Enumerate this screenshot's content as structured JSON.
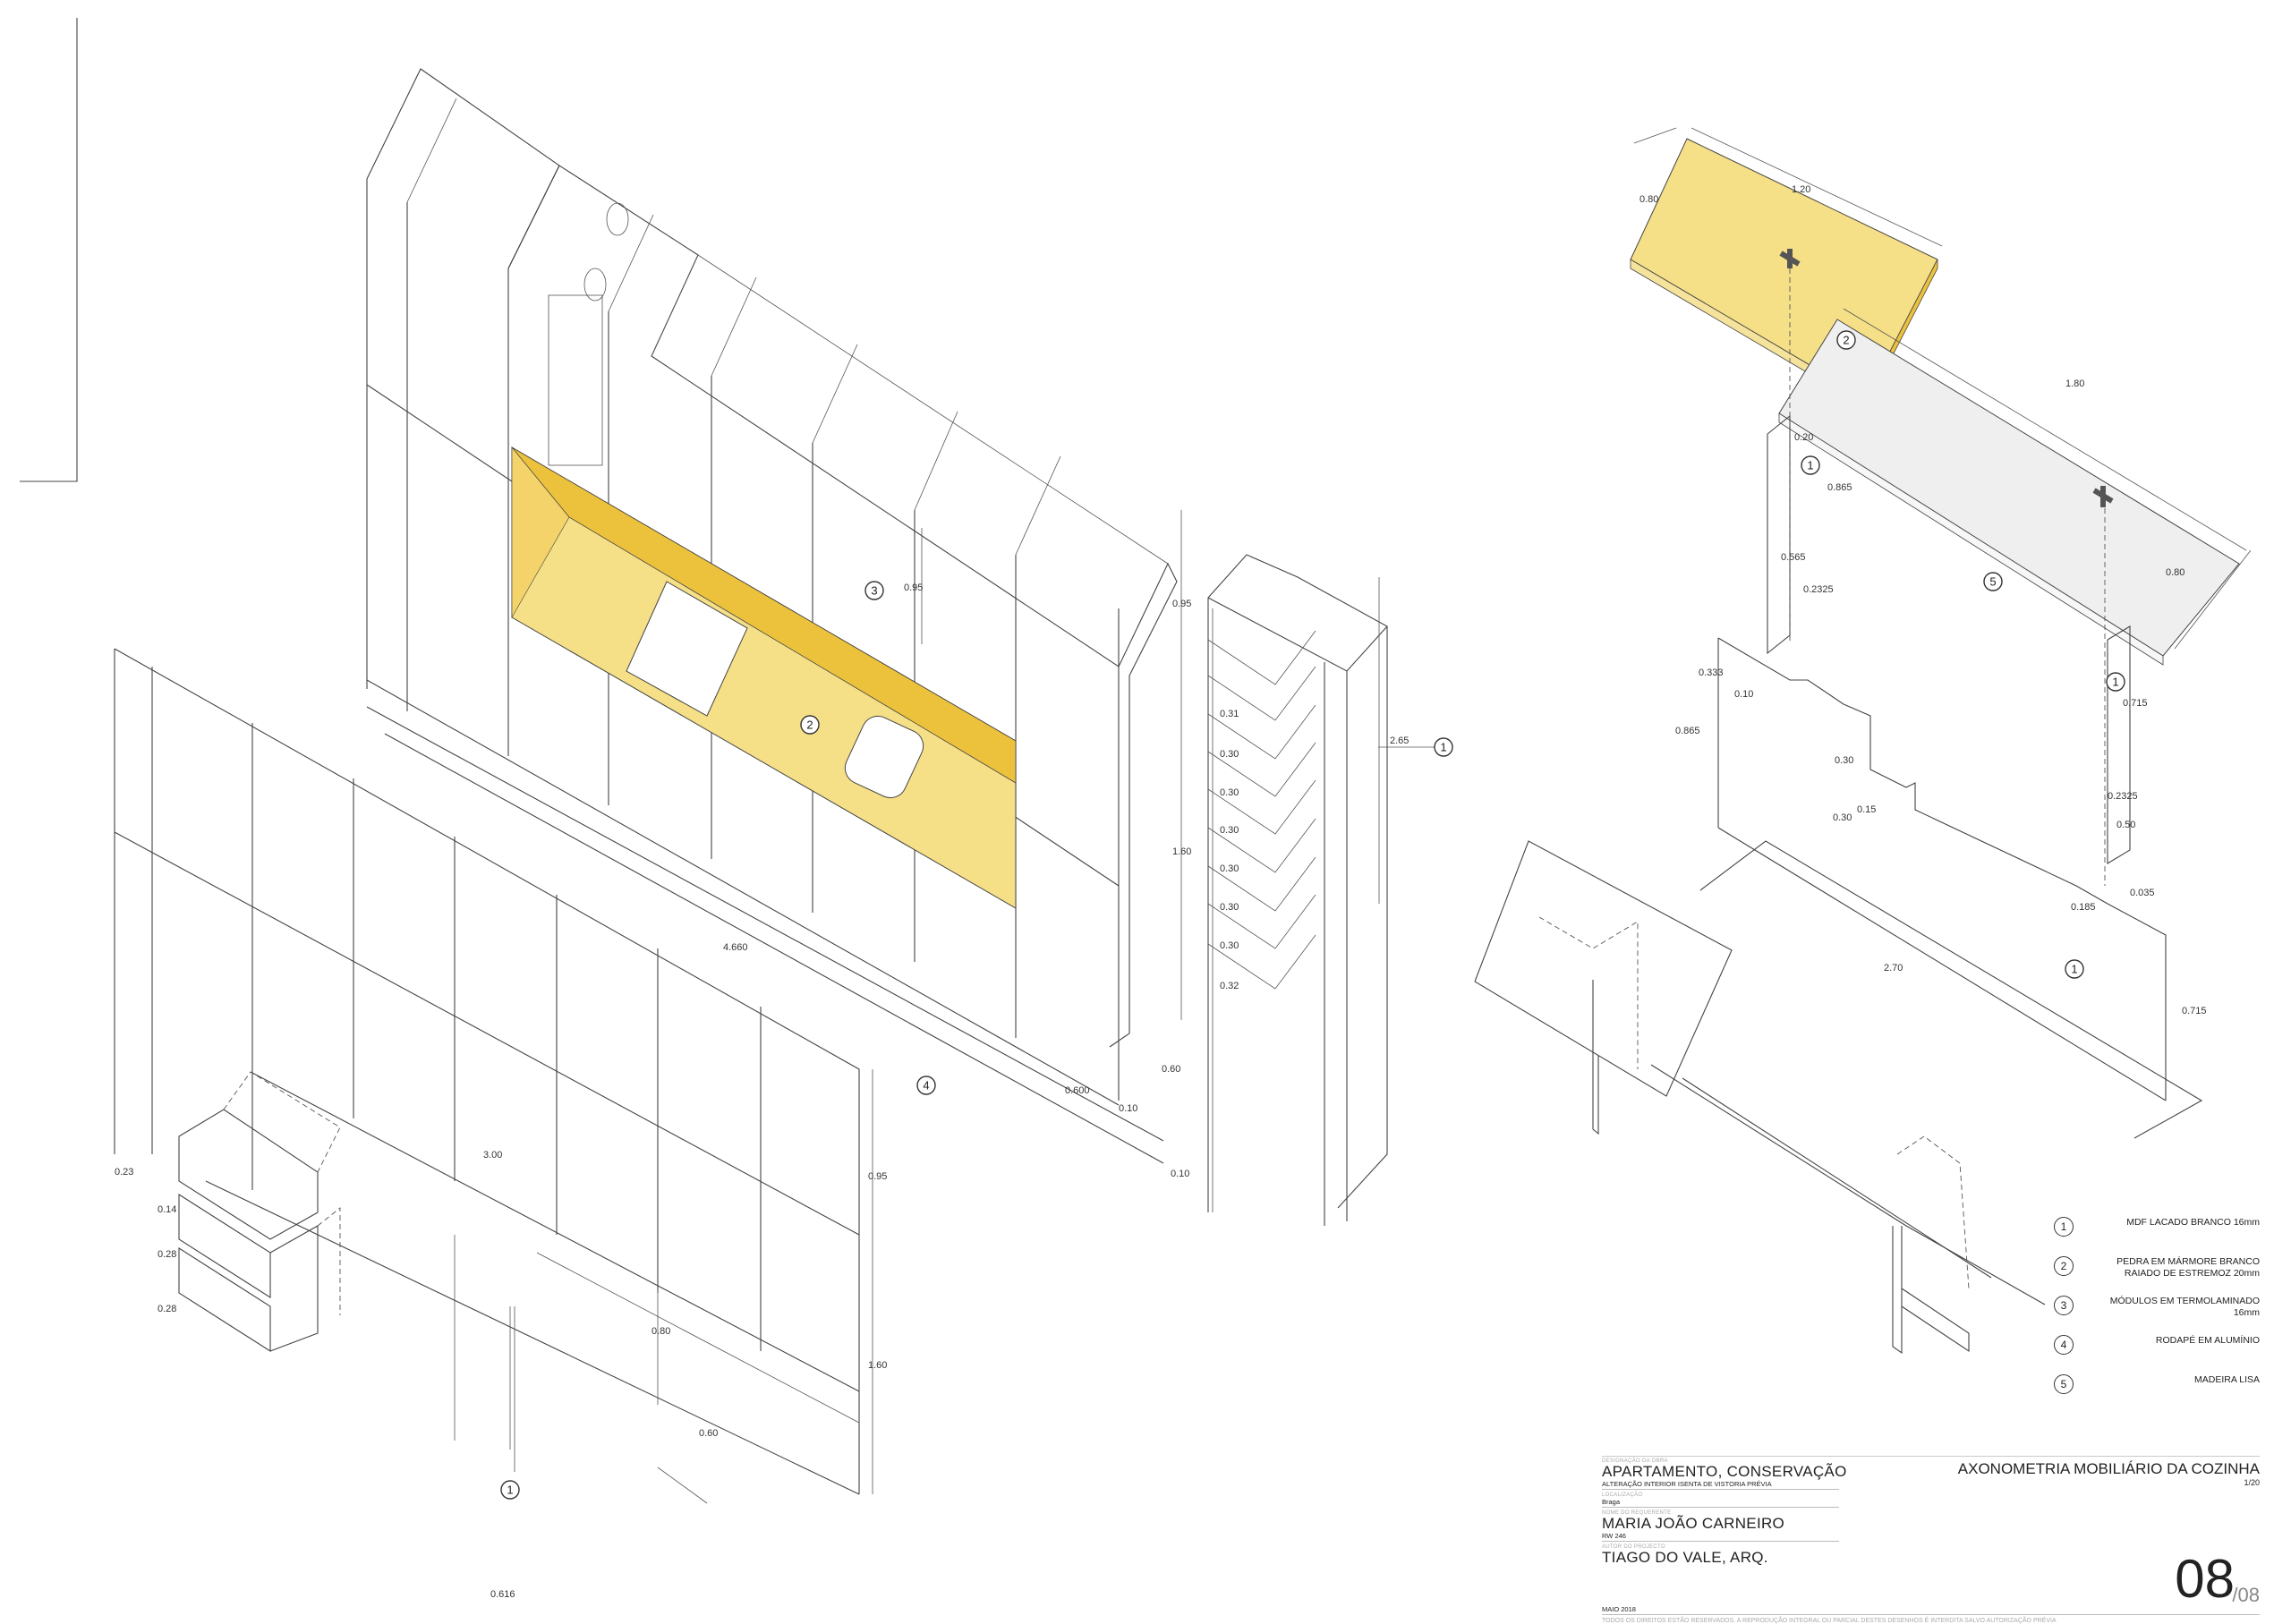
{
  "colors": {
    "countertop_light": "#f5df87",
    "countertop_dark": "#ecc23d",
    "madeira_fill": "#efefef",
    "line": "#444444"
  },
  "drawing": {
    "main_unit": {
      "tags": {
        "countertop": "2",
        "modules": "3",
        "plinth": "4"
      },
      "dims": {
        "upper_inner": "0.95",
        "upper": "0.95",
        "lower": "1.60",
        "length": "4.660",
        "depth": "0.600",
        "depth_b": "0.60",
        "leg": "0.10",
        "plinth_h": "0.10"
      }
    },
    "shelf_unit": {
      "tag": "1",
      "shelf_spacings": [
        "0.31",
        "0.30",
        "0.30",
        "0.30",
        "0.30",
        "0.30",
        "0.30",
        "0.32"
      ],
      "height": "2.65"
    },
    "front_panel": {
      "tag": "1",
      "dims": {
        "left_offset": "0.23",
        "drawer_top": "0.14",
        "drawer_mid": "0.28",
        "drawer_bot": "0.28",
        "length": "3.00",
        "upper": "0.95",
        "lower": "1.60",
        "door_h": "0.80",
        "door_w": "0.60",
        "end_w": "0.616"
      }
    },
    "table_parts": {
      "stone_top": {
        "tag": "2",
        "w": "1.20",
        "d": "0.80"
      },
      "wood_top": {
        "tag": "5",
        "w": "1.80",
        "d": "0.80"
      },
      "leg_a": {
        "tag": "1",
        "dims": [
          "0.20",
          "0.865",
          "0.565",
          "0.2325"
        ]
      },
      "leg_b": {
        "tag": "1",
        "dims": [
          "0.715",
          "0.2325",
          "0.50"
        ]
      },
      "base": {
        "tag": "1",
        "dims": [
          "0.333",
          "0.10",
          "0.865",
          "0.30",
          "0.15",
          "0.30",
          "0.185",
          "0.035",
          "2.70",
          "0.715"
        ]
      }
    }
  },
  "legend": [
    {
      "num": "1",
      "text": "MDF LACADO BRANCO 16mm"
    },
    {
      "num": "2",
      "text": "PEDRA EM MÁRMORE BRANCO RAIADO DE ESTREMOZ 20mm"
    },
    {
      "num": "3",
      "text": "MÓDULOS EM TERMOLAMINADO 16mm"
    },
    {
      "num": "4",
      "text": "RODAPÉ EM ALUMÍNIO"
    },
    {
      "num": "5",
      "text": "MADEIRA LISA"
    }
  ],
  "title_block": {
    "work_label": "DESIGNAÇÃO DA OBRA",
    "work": "APARTAMENTO, CONSERVAÇÃO",
    "work_sub": "ALTERAÇÃO INTERIOR ISENTA DE VISTORIA PRÉVIA",
    "location_label": "LOCALIZAÇÃO",
    "location": "Braga",
    "client_label": "NOME DO REQUERENTE",
    "client": "MARIA JOÃO CARNEIRO",
    "client_sub": "RW 246",
    "author_label": "AUTOR DO PROJECTO",
    "author": "TIAGO DO VALE, ARQ.",
    "date": "MAIO 2018",
    "copyright": "TODOS OS DIREITOS ESTÃO RESERVADOS. A REPRODUÇÃO INTEGRAL OU PARCIAL DESTES DESENHOS É INTERDITA SALVO AUTORIZAÇÃO PRÉVIA",
    "sheet_title": "AXONOMETRIA  MOBILIÁRIO DA COZINHA",
    "scale": "1/20",
    "sheet_number": "08",
    "sheet_total": "/08"
  }
}
